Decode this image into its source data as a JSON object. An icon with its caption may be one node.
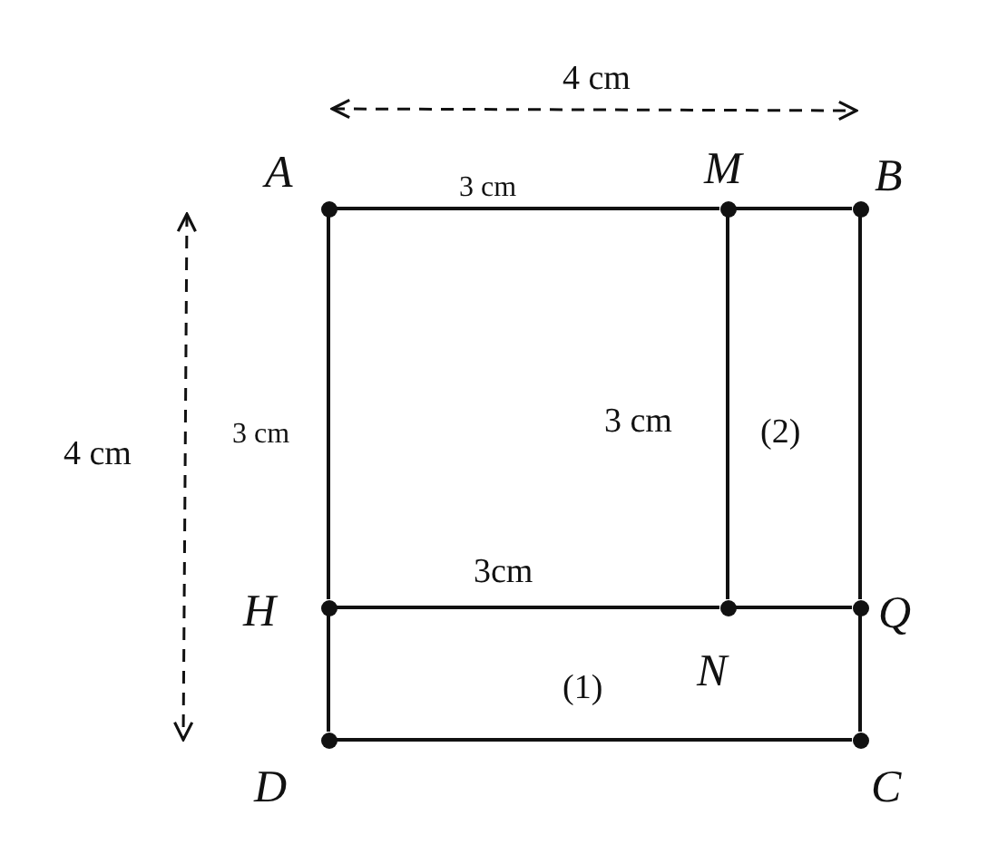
{
  "diagram": {
    "nodes": [
      {
        "text": [
          "A"
        ]
      },
      {
        "text": [
          "M"
        ]
      },
      {
        "text": [
          "B"
        ]
      },
      {
        "text": [
          "H"
        ]
      },
      {
        "text": [
          "N"
        ]
      },
      {
        "text": [
          "Q"
        ]
      },
      {
        "text": [
          "D"
        ]
      },
      {
        "text": [
          "C"
        ]
      }
    ],
    "edges": [
      {
        "from": 0,
        "to": 1,
        "arrow": "none",
        "label": "3 cm"
      },
      {
        "from": 1,
        "to": 2,
        "arrow": "none"
      },
      {
        "from": 0,
        "to": 3,
        "arrow": "none",
        "label": "3 cm"
      },
      {
        "from": 1,
        "to": 4,
        "arrow": "none",
        "label": "3 cm"
      },
      {
        "from": 2,
        "to": 5,
        "arrow": "none"
      },
      {
        "from": 3,
        "to": 4,
        "arrow": "none",
        "label": "3cm"
      },
      {
        "from": 4,
        "to": 5,
        "arrow": "none"
      },
      {
        "from": 3,
        "to": 6,
        "arrow": "none"
      },
      {
        "from": 5,
        "to": 7,
        "arrow": "none"
      },
      {
        "from": 6,
        "to": 7,
        "arrow": "none"
      }
    ],
    "labels": [
      "4 cm",
      "4 cm",
      "(2)",
      "(1)"
    ]
  }
}
